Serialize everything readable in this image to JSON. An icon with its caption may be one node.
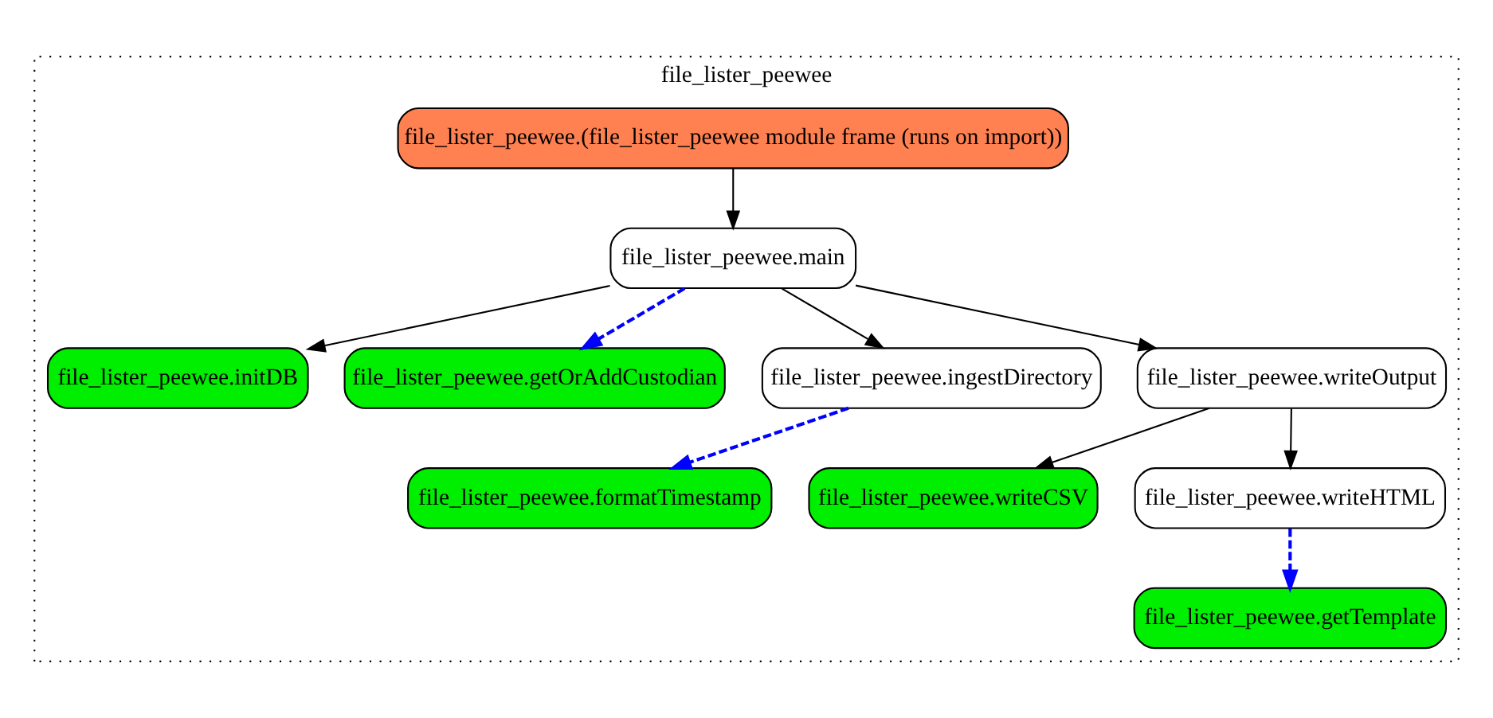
{
  "diagram": {
    "nodes": [
      {
        "text": [
          "file_lister_peewee"
        ]
      },
      {
        "text": [
          "file_lister_peewee.(file_lister_peewee module frame (runs on import))"
        ],
        "in": 0
      },
      {
        "text": [
          "file_lister_peewee.main"
        ],
        "in": 0
      },
      {
        "text": [
          "file_lister_peewee.initDB"
        ],
        "in": 0
      },
      {
        "text": [
          "file_lister_peewee.getOrAddCustodian"
        ],
        "in": 0
      },
      {
        "text": [
          "file_lister_peewee.ingestDirectory"
        ],
        "in": 0
      },
      {
        "text": [
          "file_lister_peewee.writeOutput"
        ],
        "in": 0
      },
      {
        "text": [
          "file_lister_peewee.formatTimestamp"
        ],
        "in": 0
      },
      {
        "text": [
          "file_lister_peewee.writeCSV"
        ],
        "in": 0
      },
      {
        "text": [
          "file_lister_peewee.writeHTML"
        ],
        "in": 0
      },
      {
        "text": [
          "file_lister_peewee.getTemplate"
        ],
        "in": 0
      }
    ],
    "edges": [
      {
        "from": 1,
        "to": 2,
        "arrow": "to"
      },
      {
        "from": 2,
        "to": 3,
        "arrow": "to"
      },
      {
        "from": 2,
        "to": 4,
        "arrow": "to",
        "style": "dashed",
        "color": "#0000ff"
      },
      {
        "from": 2,
        "to": 5,
        "arrow": "to"
      },
      {
        "from": 2,
        "to": 6,
        "arrow": "to"
      },
      {
        "from": 5,
        "to": 7,
        "arrow": "to",
        "style": "dashed",
        "color": "#0000ff"
      },
      {
        "from": 6,
        "to": 8,
        "arrow": "to"
      },
      {
        "from": 6,
        "to": 9,
        "arrow": "to"
      },
      {
        "from": 9,
        "to": 10,
        "arrow": "to",
        "style": "dashed",
        "color": "#0000ff"
      }
    ]
  }
}
